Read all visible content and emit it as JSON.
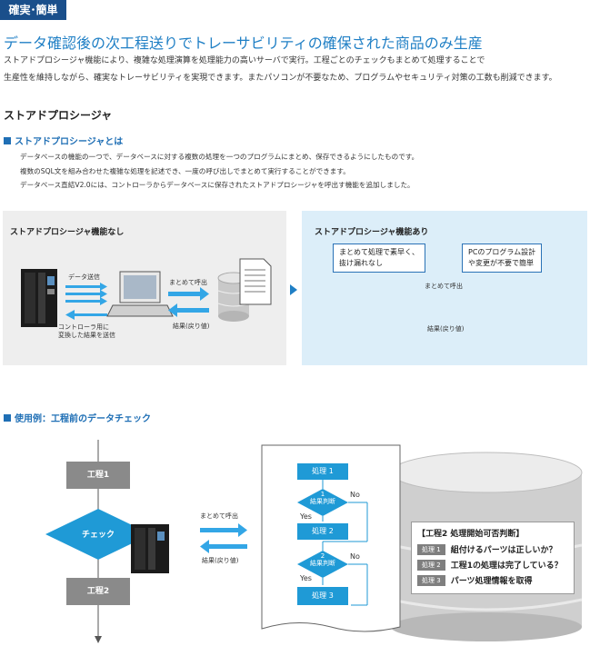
{
  "tag": "確実･簡単",
  "headline": "データ確認後の次工程送りでトレーサビリティの確保された商品のみ生産",
  "intro": [
    "ストアドプロシージャ機能により、複雑な処理演算を処理能力の高いサーバで実行。工程ごとのチェックもまとめて処理することで",
    "生産性を維持しながら、確実なトレーサビリティを実現できます。またパソコンが不要なため、プログラムやセキュリティ対策の工数も削減できます。"
  ],
  "section_title": "ストアドプロシージャ",
  "subhead1": "ストアドプロシージャとは",
  "desc": [
    "データベースの機能の一つで、データベースに対する複数の処理を一つのプログラムにまとめ、保存できるようにしたものです。",
    "複数のSQL文を組み合わせた複雑な処理を記述でき、一度の呼び出しでまとめて実行することができます。",
    "データベース直結V2.0には、コントローラからデータベースに保存されたストアドプロシージャを呼出す機能を追加しました。"
  ],
  "panel_left": {
    "title": "ストアドプロシージャ機能なし",
    "data_send": "データ送信",
    "ctrl_note": [
      "コントローラ用に",
      "変換した結果を送信"
    ],
    "call": "まとめて呼出",
    "result": "結果(戻り値)"
  },
  "panel_right": {
    "title": "ストアドプロシージャ機能あり",
    "bubble1": [
      "まとめて処理で素早く、",
      "抜け漏れなし"
    ],
    "bubble2": [
      "PCのプログラム設計",
      "や変更が不要で簡単"
    ],
    "call": "まとめて呼出",
    "result": "結果(戻り値)"
  },
  "subhead2": "使用例：工程前のデータチェック",
  "flow": {
    "step1": "工程1",
    "check": "チェック",
    "step2": "工程2",
    "call": "まとめて呼出",
    "result": "結果(戻り値)"
  },
  "proc": {
    "p1": "処理 1",
    "d1_num": "1",
    "d1_label": "結果判断",
    "p2": "処理 2",
    "d2_num": "2",
    "d2_label": "結果判断",
    "p3": "処理 3",
    "yes": "Yes",
    "no": "No"
  },
  "check_card": {
    "title": "【工程2 処理開始可否判断】",
    "rows": [
      {
        "k": "処理 1",
        "v": "組付けるパーツは正しいか？"
      },
      {
        "k": "処理 2",
        "v": "工程1の処理は完了している？"
      },
      {
        "k": "処理 3",
        "v": "パーツ処理情報を取得"
      }
    ]
  },
  "colors": {
    "accent": "#1f7fc5",
    "tag_bg": "#1a4f8b",
    "flow_gray": "#8a8a8a",
    "proc_blue": "#1f9ad6",
    "arrow_blue": "#33a6e6"
  }
}
